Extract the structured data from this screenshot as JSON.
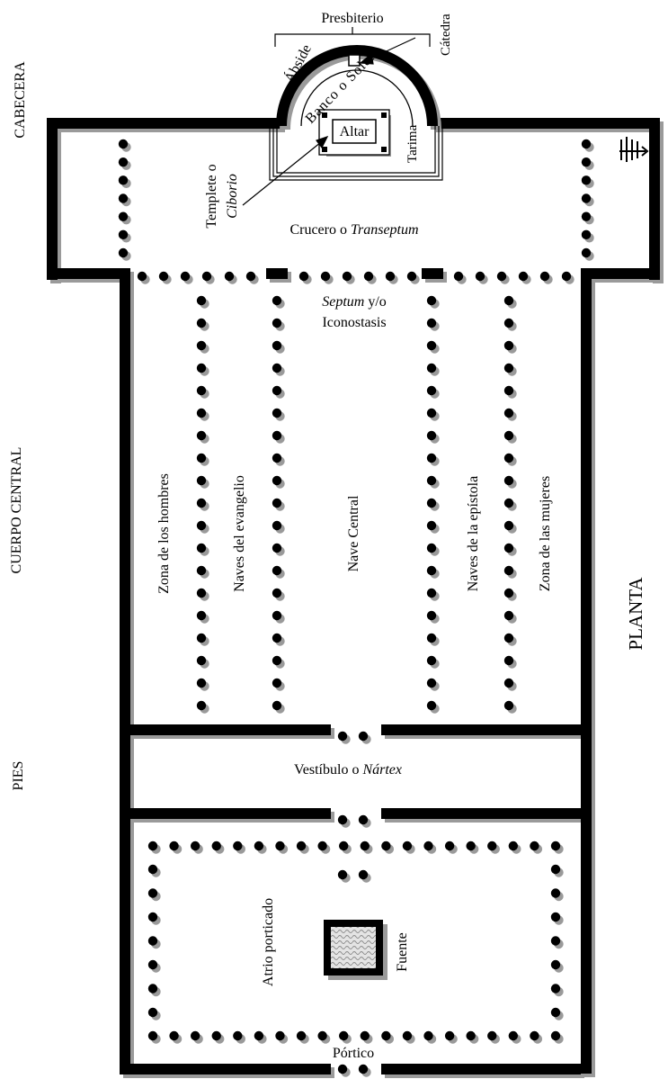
{
  "sections": {
    "cabecera": "CABECERA",
    "cuerpo_central": "CUERPO CENTRAL",
    "pies": "PIES",
    "planta": "PLANTA"
  },
  "labels": {
    "presbiterio": "Presbiterio",
    "abside": "Ábside",
    "catedra": "Cátedra",
    "banco_solea": "Banco o Solea",
    "altar": "Altar",
    "tarima": "Tarima",
    "templete": "Templete o",
    "ciborio": "Ciborio",
    "crucero_a": "Crucero o ",
    "crucero_b": "Transeptum",
    "septum_a": "Septum",
    "septum_b": " y/o",
    "iconostasis": "Iconostasis",
    "zona_hombres": "Zona de los hombres",
    "naves_evangelio": "Naves del evangelio",
    "nave_central": "Nave Central",
    "naves_epistola": "Naves de la epístola",
    "zona_mujeres": "Zona de las mujeres",
    "vestibulo_a": "Vestíbulo o ",
    "vestibulo_b": "Nártex",
    "atrio": "Atrio porticado",
    "fuente": "Fuente",
    "portico": "Pórtico"
  },
  "colors": {
    "ink": "#000000",
    "shadow": "#9a9a9a",
    "background": "#ffffff"
  }
}
